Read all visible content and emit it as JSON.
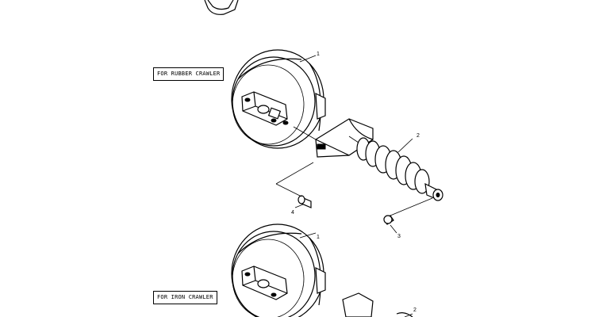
{
  "labels": {
    "rubber": "FOR RUBBER CRAWLER",
    "iron": "FOR IRON CRAWLER"
  },
  "callouts": {
    "top": {
      "c1": "1",
      "c2": "2",
      "c3": "3",
      "c4": "4"
    },
    "bottom": {
      "c1": "1",
      "c2": "2"
    }
  }
}
